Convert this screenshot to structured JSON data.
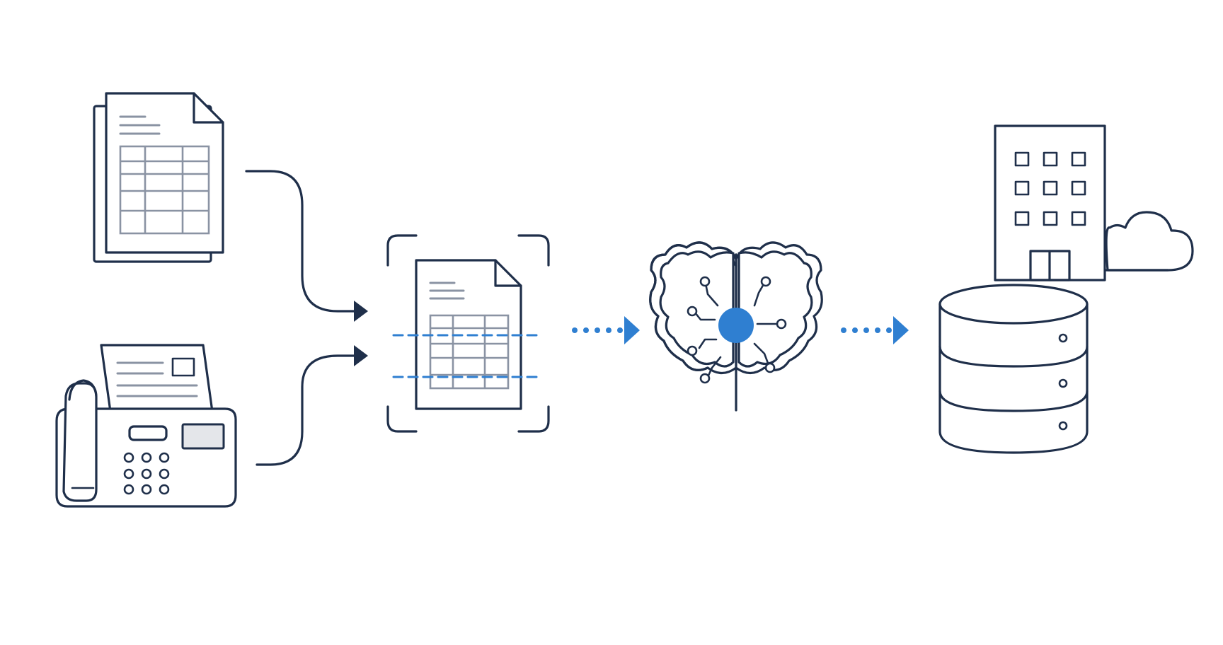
{
  "colors": {
    "ink": "#1f2f4a",
    "grid": "#8a93a3",
    "accent": "#2f7fd1",
    "background": "#ffffff"
  },
  "nodes": [
    {
      "id": "paper-form",
      "icon": "spreadsheet-document-icon"
    },
    {
      "id": "fax-machine",
      "icon": "fax-machine-icon"
    },
    {
      "id": "document-scan",
      "icon": "document-scan-icon"
    },
    {
      "id": "ai-processing",
      "icon": "ai-brain-icon"
    },
    {
      "id": "enterprise-storage",
      "icon": "database-building-cloud-icon"
    }
  ],
  "edges": [
    {
      "from": "paper-form",
      "to": "document-scan",
      "style": "solid"
    },
    {
      "from": "fax-machine",
      "to": "document-scan",
      "style": "solid"
    },
    {
      "from": "document-scan",
      "to": "ai-processing",
      "style": "dotted"
    },
    {
      "from": "ai-processing",
      "to": "enterprise-storage",
      "style": "dotted"
    }
  ]
}
